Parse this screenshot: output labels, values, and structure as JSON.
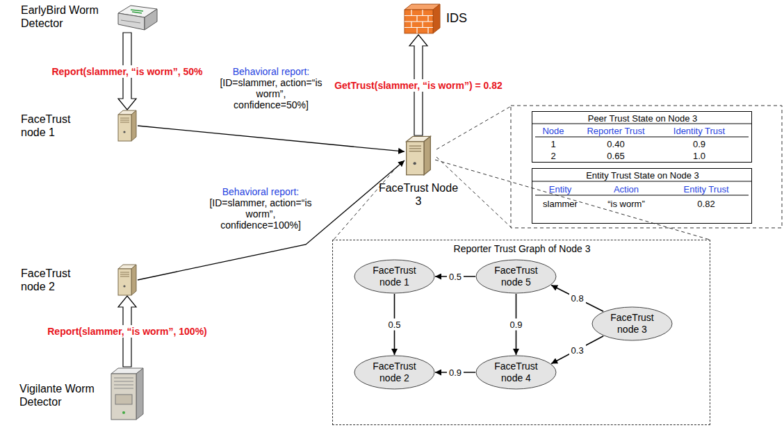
{
  "diagram": {
    "nodes": [
      {
        "text": [
          "EarlyBird Worm Detector"
        ]
      },
      {
        "text": [
          "IDS"
        ]
      },
      {
        "text": [
          "FaceTrust node 1"
        ]
      },
      {
        "text": [
          "FaceTrust Node 3"
        ]
      },
      {
        "text": [
          "FaceTrust node 2"
        ]
      },
      {
        "text": [
          "Vigilante Worm Detector"
        ]
      },
      {
        "text": [
          "Peer Trust State on Node 3"
        ]
      },
      {
        "text": [
          "Entity Trust State on Node 3"
        ]
      },
      {
        "text": [
          "Reporter Trust Graph of Node 3"
        ]
      },
      {
        "text": [
          "FaceTrust node 1"
        ],
        "in": 8
      },
      {
        "text": [
          "FaceTrust node 5"
        ],
        "in": 8
      },
      {
        "text": [
          "FaceTrust node 2"
        ],
        "in": 8
      },
      {
        "text": [
          "FaceTrust node 4"
        ],
        "in": 8
      },
      {
        "text": [
          "FaceTrust node 3"
        ],
        "in": 8
      }
    ],
    "edges": [
      {
        "from": 0,
        "to": 2,
        "arrow": "to",
        "label": "Report(slammer, “is worm”, 50%"
      },
      {
        "from": 3,
        "to": 1,
        "arrow": "to",
        "label": "GetTrust(slammer, “is worm”) = 0.82"
      },
      {
        "from": 2,
        "to": 3,
        "arrow": "to",
        "label": "Behavioral report: [ID=slammer, action=“is worm”, confidence=50%]"
      },
      {
        "from": 4,
        "to": 3,
        "arrow": "to",
        "label": "Behavioral report: [ID=slammer, action=“is worm”, confidence=100%]"
      },
      {
        "from": 5,
        "to": 4,
        "arrow": "to",
        "label": "Report(slammer, “is worm”, 100%)"
      },
      {
        "from": 10,
        "to": 9,
        "arrow": "to",
        "label": "0.5"
      },
      {
        "from": 9,
        "to": 11,
        "arrow": "to",
        "label": "0.5"
      },
      {
        "from": 10,
        "to": 12,
        "arrow": "to",
        "label": "0.9"
      },
      {
        "from": 12,
        "to": 11,
        "arrow": "to",
        "label": "0.9"
      },
      {
        "from": 13,
        "to": 10,
        "arrow": "to",
        "label": "0.8"
      },
      {
        "from": 13,
        "to": 12,
        "arrow": "to",
        "label": "0.3"
      }
    ],
    "labels": [
      "Node",
      "Reporter Trust",
      "Identity Trust",
      "1",
      "0.40",
      "0.9",
      "2",
      "0.65",
      "1.0",
      "Entity",
      "Action",
      "Entity Trust",
      "slammer",
      "“is worm”",
      "0.82"
    ]
  }
}
